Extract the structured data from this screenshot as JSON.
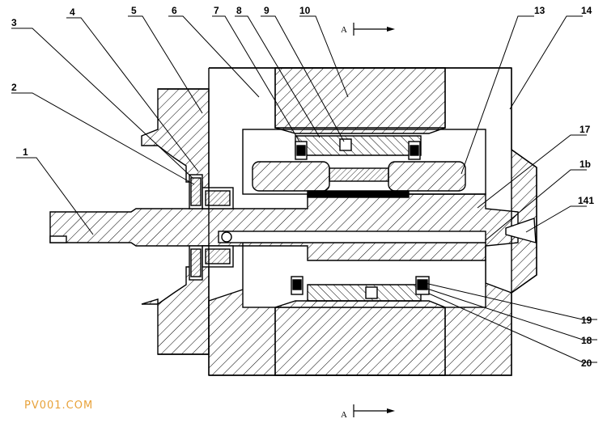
{
  "callouts": [
    "1",
    "2",
    "3",
    "4",
    "5",
    "6",
    "7",
    "8",
    "9",
    "10",
    "13",
    "14",
    "17",
    "1b",
    "141",
    "19",
    "18",
    "20"
  ],
  "section_marks": {
    "top": "A",
    "bottom": "A"
  },
  "watermark": {
    "text": "PV001.COM",
    "color": "#e8a23a"
  },
  "colors": {
    "line": "#000000",
    "background": "#ffffff"
  }
}
